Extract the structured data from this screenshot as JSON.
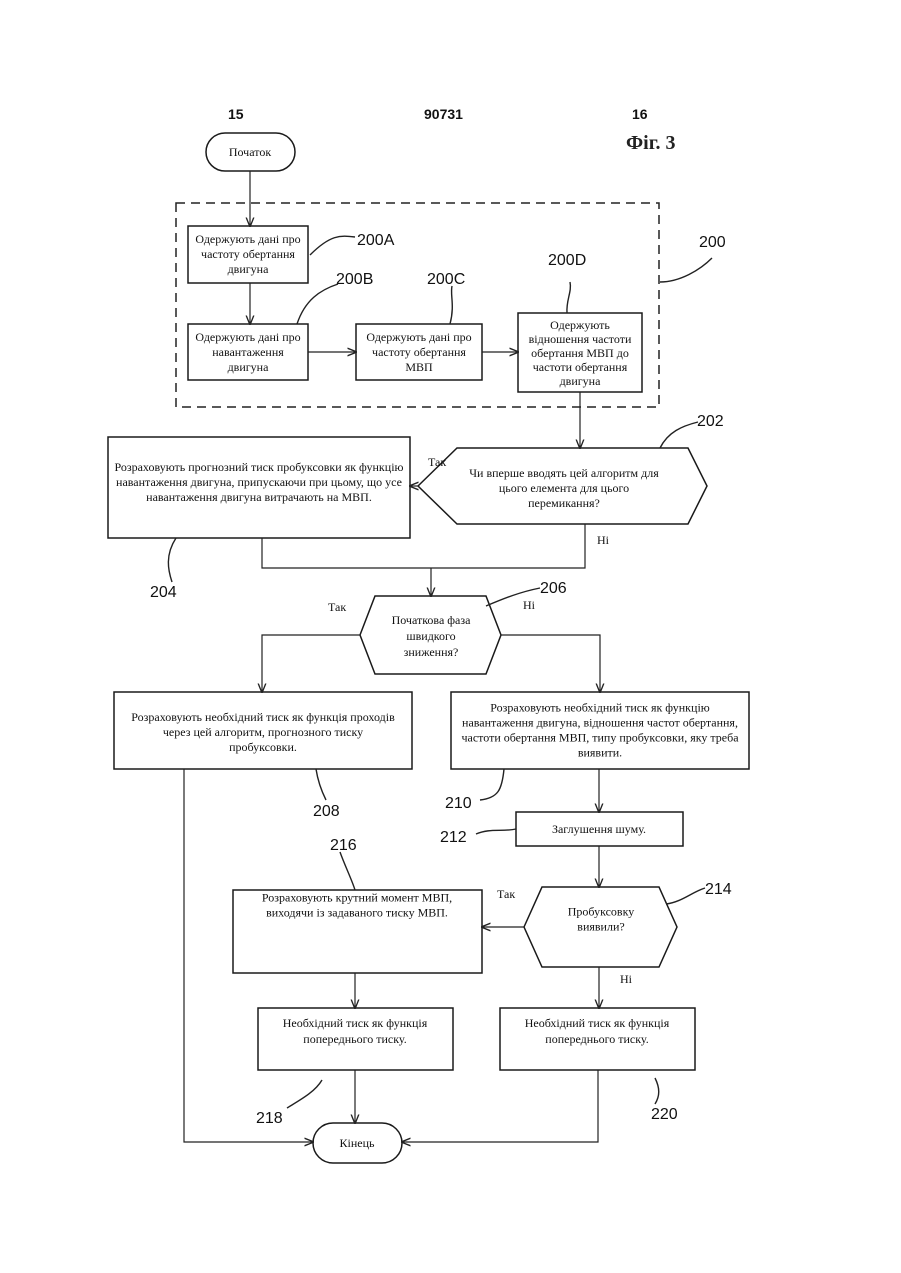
{
  "header": {
    "page_left": "15",
    "patent_number": "90731",
    "page_right": "16",
    "figure_label": "Фіг. 3"
  },
  "nodes": {
    "start": {
      "lines": [
        "Початок"
      ]
    },
    "n200A": {
      "lines": [
        "Одержують дані про",
        "частоту обертання",
        "двигуна"
      ]
    },
    "n200B": {
      "lines": [
        "Одержують дані про",
        "навантаження",
        "двигуна"
      ]
    },
    "n200C": {
      "lines": [
        "Одержують дані про",
        "частоту обертання",
        "МВП"
      ]
    },
    "n200D": {
      "lines": [
        "Одержують",
        "відношення частоти",
        "обертання МВП до",
        "частоти обертання",
        "двигуна"
      ]
    },
    "n202": {
      "lines": [
        "Чи вперше вводять цей алгоритм для",
        "цього елемента для цього",
        "перемикання?"
      ]
    },
    "n204": {
      "lines": [
        "Розраховують прогнозний тиск пробуксовки як функцію",
        "навантаження двигуна, припускаючи при цьому, що усе",
        "навантаження двигуна витрачають на МВП."
      ]
    },
    "n206": {
      "lines": [
        "Початкова фаза",
        "швидкого",
        "зниження?"
      ]
    },
    "n208": {
      "lines": [
        "Розраховують необхідний тиск як функція проходів",
        "через цей алгоритм, прогнозного тиску",
        "пробуксовки."
      ]
    },
    "n210": {
      "lines": [
        "Розраховують необхідний тиск як функцію",
        "навантаження двигуна, відношення частот обертання,",
        "частоти обертання МВП, типу пробуксовки, яку треба",
        "виявити."
      ]
    },
    "n212": {
      "lines": [
        "Заглушення шуму."
      ]
    },
    "n214": {
      "lines": [
        "Пробуксовку",
        "виявили?"
      ]
    },
    "n216": {
      "lines": [
        "Розраховують крутний момент МВП,",
        "виходячи із задаваного тиску МВП."
      ]
    },
    "n218": {
      "lines": [
        "Необхідний тиск як функція",
        "попереднього тиску."
      ]
    },
    "n220": {
      "lines": [
        "Необхідний тиск як функція",
        "попереднього тиску."
      ]
    },
    "end": {
      "lines": [
        "Кінець"
      ]
    }
  },
  "edge_labels": {
    "e202_yes": "Так",
    "e202_no": "Ні",
    "e206_yes": "Так",
    "e206_no": "Ні",
    "e214_yes": "Так",
    "e214_no": "Ні"
  },
  "reference_numerals": {
    "r200": "200",
    "r200A": "200A",
    "r200B": "200B",
    "r200C": "200C",
    "r200D": "200D",
    "r202": "202",
    "r204": "204",
    "r206": "206",
    "r208": "208",
    "r210": "210",
    "r212": "212",
    "r214": "214",
    "r216": "216",
    "r218": "218",
    "r220": "220"
  }
}
